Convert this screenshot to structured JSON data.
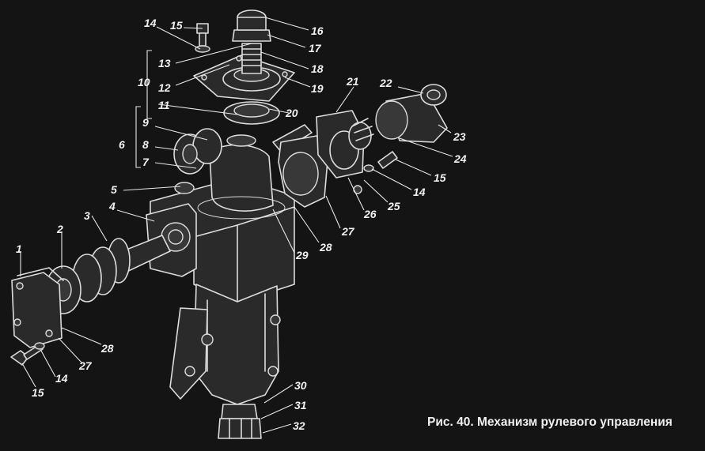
{
  "caption": "Рис. 40. Механизм рулевого управления",
  "part_numbers": {
    "n1": "1",
    "n2": "2",
    "n3": "3",
    "n4": "4",
    "n5": "5",
    "n6": "6",
    "n7": "7",
    "n8": "8",
    "n9": "9",
    "n10": "10",
    "n11": "11",
    "n12": "12",
    "n13": "13",
    "n14a": "14",
    "n15a": "15",
    "n16": "16",
    "n17": "17",
    "n18": "18",
    "n19": "19",
    "n20": "20",
    "n21": "21",
    "n22": "22",
    "n23": "23",
    "n24": "24",
    "n25": "25",
    "n26": "26",
    "n27a": "27",
    "n28a": "28",
    "n29": "29",
    "n15b": "15",
    "n14b": "14",
    "n28b": "28",
    "n27b": "27",
    "n14c": "14",
    "n15c": "15",
    "n30": "30",
    "n31": "31",
    "n32": "32"
  }
}
